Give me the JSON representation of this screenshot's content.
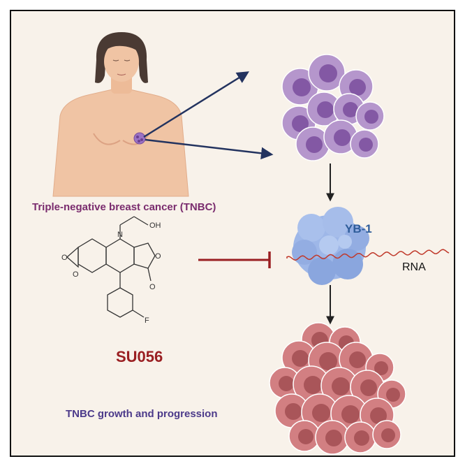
{
  "labels": {
    "disease": "Triple-negative breast cancer (TNBC)",
    "compound": "SU056",
    "protein": "YB-1",
    "rna": "RNA",
    "outcome": "TNBC growth and progression"
  },
  "molecule_atoms": {
    "hydroxyl": "OH",
    "nitrogen": "N",
    "ring_oxygen": "O",
    "carbonyl_oxygen": "O",
    "dioxole_oxygen_top": "O",
    "dioxole_oxygen_bottom": "O",
    "fluorine": "F"
  },
  "colors": {
    "background": "#f8f2ea",
    "skin": "#f0c4a4",
    "hair": "#4a3a33",
    "cell_purple": "#b596cc",
    "nucleus_purple": "#7a4e9c",
    "cell_red": "#d27f82",
    "nucleus_red": "#a24d52",
    "protein_blue": "#9eb7e8",
    "rna_red": "#c0392b",
    "inhibition": "#9a1f22",
    "arrow_navy": "#23335f"
  },
  "icons": {
    "patient": "woman-torso-illustration",
    "tumor": "purple-cell-cluster",
    "protein": "yb1-protein-blob",
    "outcome": "red-tumor-cluster"
  }
}
